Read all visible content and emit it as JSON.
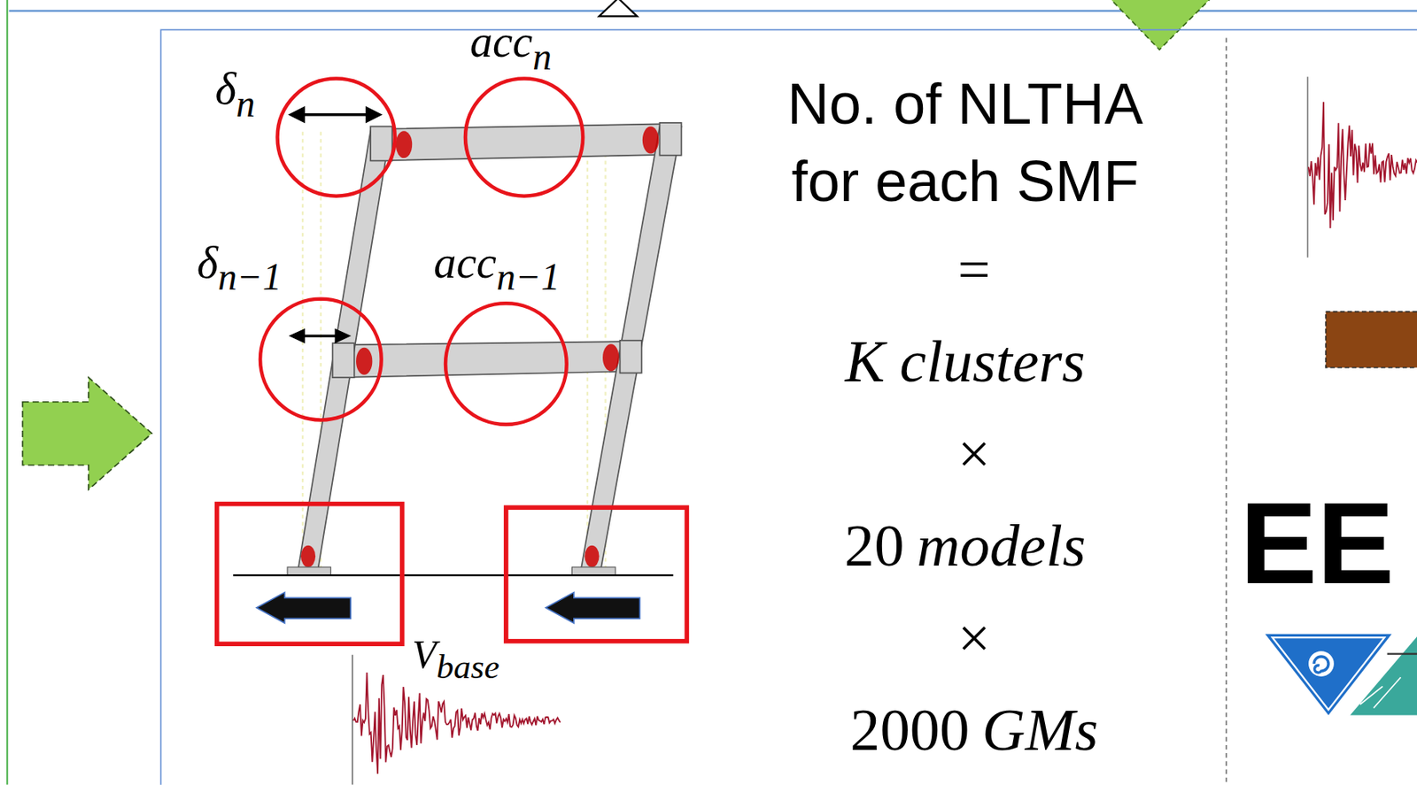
{
  "diagram": {
    "labels": [
      "δ",
      "n",
      "acc",
      "n",
      "δ",
      "n−1",
      "acc",
      "n−1",
      "V",
      "base",
      "No. of NLTHA for each SMF",
      "=",
      "K clusters",
      "×",
      "20",
      "models",
      "×",
      "2000",
      "GMs",
      "EE"
    ]
  }
}
